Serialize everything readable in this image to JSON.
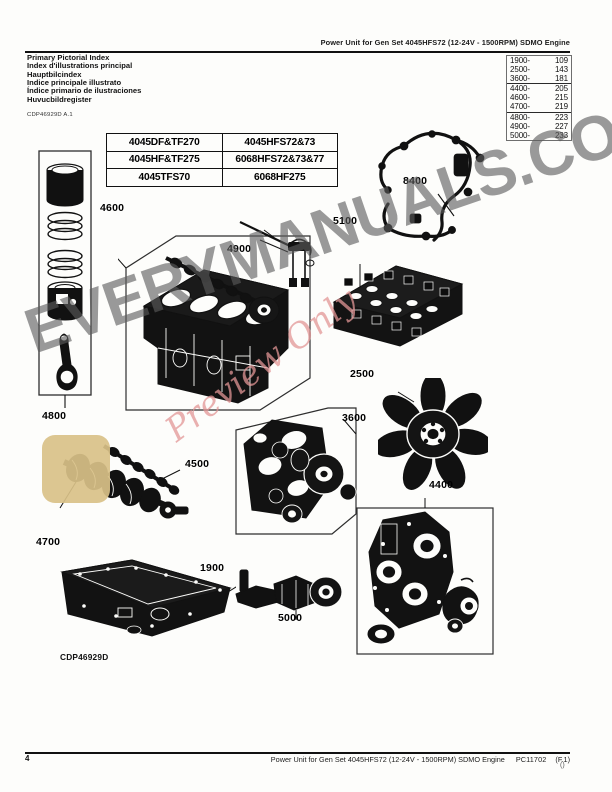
{
  "header": {
    "title": "Power Unit for Gen Set 4045HFS72 (12-24V - 1500RPM) SDMO Engine"
  },
  "index_titles": [
    "Primary Pictorial Index",
    "Index d'illustrations principal",
    "Hauptbilcindex",
    "Indice principale illustrato",
    "Índice primario de ilustraciones",
    "Huvucbildregister"
  ],
  "index_code": "CDP46929D A.1",
  "index_table": {
    "groups": [
      [
        {
          "section": "1900-",
          "page": "109"
        },
        {
          "section": "2500-",
          "page": "143"
        },
        {
          "section": "3600-",
          "page": "181"
        }
      ],
      [
        {
          "section": "4400-",
          "page": "205"
        },
        {
          "section": "4600-",
          "page": "215"
        },
        {
          "section": "4700-",
          "page": "219"
        }
      ],
      [
        {
          "section": "4800-",
          "page": "223"
        },
        {
          "section": "4900-",
          "page": "227"
        },
        {
          "section": "5000-",
          "page": "233"
        }
      ]
    ]
  },
  "model_table": {
    "rows": [
      {
        "left": "4045DF&TF270",
        "right": "4045HFS72&73"
      },
      {
        "left": "4045HF&TF275",
        "right": "6068HFS72&73&77"
      },
      {
        "left": "4045TFS70",
        "right": "6068HF275"
      }
    ]
  },
  "callouts": [
    {
      "id": "c4600",
      "label": "4600"
    },
    {
      "id": "c4900",
      "label": "4900"
    },
    {
      "id": "c5100",
      "label": "5100"
    },
    {
      "id": "c8400",
      "label": "8400"
    },
    {
      "id": "c2500",
      "label": "2500"
    },
    {
      "id": "c3600",
      "label": "3600"
    },
    {
      "id": "c4400",
      "label": "4400"
    },
    {
      "id": "c4800",
      "label": "4800"
    },
    {
      "id": "c4500",
      "label": "4500"
    },
    {
      "id": "c4700",
      "label": "4700"
    },
    {
      "id": "c1900",
      "label": "1900"
    },
    {
      "id": "c5000",
      "label": "5000"
    }
  ],
  "diagram_id": "CDP46929D",
  "watermark": {
    "main": "EVERYMANUALS.COM",
    "sub": "Preview Only"
  },
  "footer": {
    "page_number": "4",
    "title": "Power Unit for Gen Set 4045HFS72 (12-24V - 1500RPM) SDMO Engine",
    "doc_code": "PC11702",
    "revision": "(F.1)",
    "mark": "()"
  },
  "colors": {
    "ink": "#111111",
    "rule": "#111111",
    "watermark_main": "rgba(92,92,92,.62)",
    "watermark_sub": "rgba(226,150,150,.75)",
    "logo": "#d9c188"
  }
}
